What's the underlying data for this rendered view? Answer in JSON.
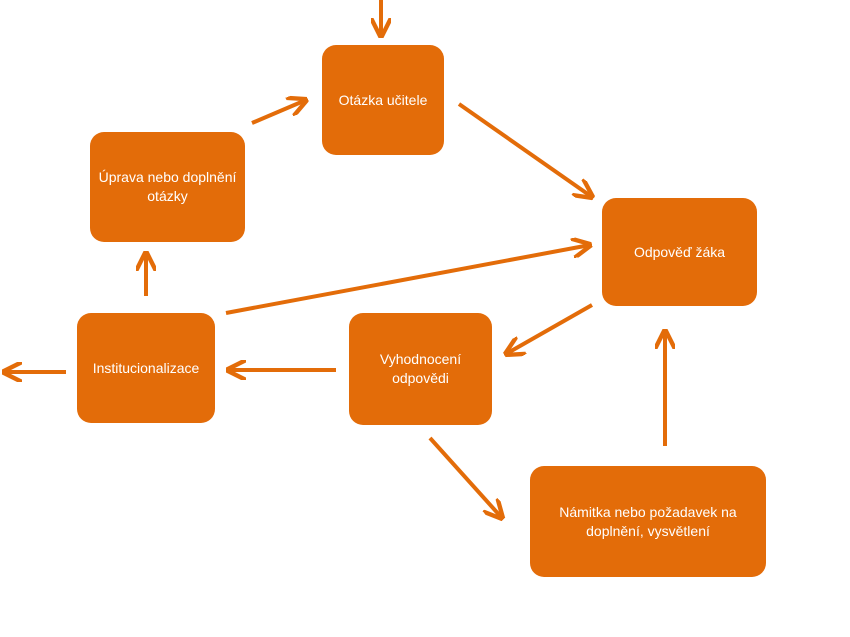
{
  "diagram": {
    "nodes": {
      "question": "Otázka učitele",
      "answer": "Odpověď žáka",
      "revise": "Úprava nebo doplnění otázky",
      "institutionalization": "Institucionalizace",
      "evaluation": "Vyhodnocení odpovědi",
      "objection": "Námitka nebo požadavek na doplnění, vysvětlení"
    },
    "edges": [
      {
        "from": "entry",
        "to": "question"
      },
      {
        "from": "question",
        "to": "answer"
      },
      {
        "from": "answer",
        "to": "evaluation"
      },
      {
        "from": "evaluation",
        "to": "institutionalization"
      },
      {
        "from": "evaluation",
        "to": "objection"
      },
      {
        "from": "objection",
        "to": "answer"
      },
      {
        "from": "institutionalization",
        "to": "revise"
      },
      {
        "from": "institutionalization",
        "to": "answer"
      },
      {
        "from": "revise",
        "to": "question"
      },
      {
        "from": "institutionalization",
        "to": "exit"
      }
    ],
    "colors": {
      "node_fill": "#E36C09",
      "arrow": "#E36C09",
      "text": "#ffffff"
    }
  }
}
